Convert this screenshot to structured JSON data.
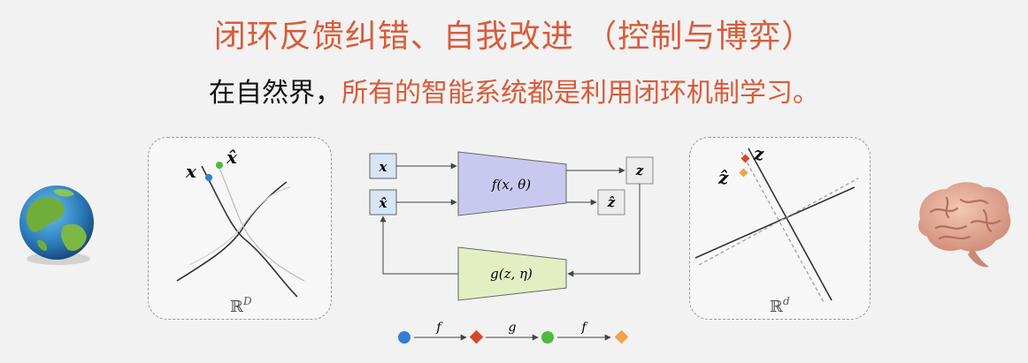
{
  "title": "闭环反馈纠错、自我改进 （控制与博弈）",
  "subtitle": {
    "prefix": "在自然界，",
    "accent": "所有的智能系统都是利用闭环机制学习。"
  },
  "left_space": {
    "label_x": "x",
    "label_xhat": "x̂",
    "space_label": "ℝ",
    "space_exp": "D"
  },
  "right_space": {
    "label_z": "z",
    "label_zhat": "ẑ",
    "space_label": "ℝ",
    "space_exp": "d"
  },
  "diagram": {
    "input_x": "x",
    "input_xhat": "x̂",
    "encoder": "f(x, θ)",
    "decoder": "g(z, η)",
    "output_z": "z",
    "output_zhat": "ẑ"
  },
  "legend": {
    "arrow1": "f",
    "arrow2": "g",
    "arrow3": "f"
  },
  "colors": {
    "accent": "#d85c3a",
    "encoder_fill": "#c9c9f0",
    "decoder_fill": "#e3efc2",
    "input_fill": "#d6e6f5",
    "dot_blue": "#2f7fd6",
    "dot_red": "#d24a2a",
    "dot_green": "#4dbb3c",
    "dot_orange": "#f0a24a"
  },
  "icons": {
    "left": "earth-globe-icon",
    "right": "human-brain-icon"
  }
}
